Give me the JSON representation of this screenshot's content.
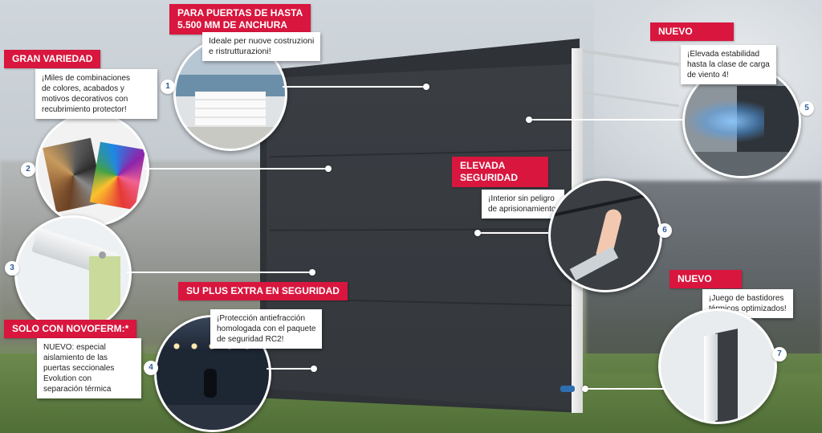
{
  "callouts": [
    {
      "num": "1",
      "tag": "PARA PUERTAS DE HASTA 5.500 MM DE ANCHURA",
      "tag_lines": [
        "PARA PUERTAS DE HASTA",
        "5.500 MM DE ANCHURA"
      ],
      "note_lines": [
        "Ideale per nuove costruzioni",
        "e ristrutturazioni!"
      ]
    },
    {
      "num": "2",
      "tag_lines": [
        "GRAN VARIEDAD"
      ],
      "note_lines": [
        "¡Miles de combinaciones",
        "de colores, acabados y",
        "motivos decorativos con",
        "recubrimiento protector!"
      ]
    },
    {
      "num": "3",
      "tag_lines": [
        "SOLO CON NOVOFERM:*"
      ],
      "note_lines": [
        "NUEVO: especial",
        "aislamiento de las",
        "puertas seccionales",
        "Evolution con",
        "separación térmica"
      ]
    },
    {
      "num": "4",
      "tag_lines": [
        "SU PLUS EXTRA EN SEGURIDAD"
      ],
      "note_lines": [
        "¡Protección antiefracción",
        "homologada con el paquete",
        "de seguridad RC2!"
      ]
    },
    {
      "num": "5",
      "tag_lines": [
        "NUEVO"
      ],
      "note_lines": [
        "¡Elevada estabilidad",
        "hasta la clase de carga",
        "de viento 4!"
      ]
    },
    {
      "num": "6",
      "tag_lines": [
        "ELEVADA",
        "SEGURIDAD"
      ],
      "note_lines": [
        "¡Interior sin peligro",
        "de aprisionamiento!"
      ]
    },
    {
      "num": "7",
      "tag_lines": [
        "NUEVO"
      ],
      "note_lines": [
        "¡Juego de bastidores",
        "térmicos optimizados!"
      ]
    }
  ],
  "colors": {
    "accent": "#d8163e",
    "door": "#34383d",
    "number": "#2c5d9a"
  }
}
